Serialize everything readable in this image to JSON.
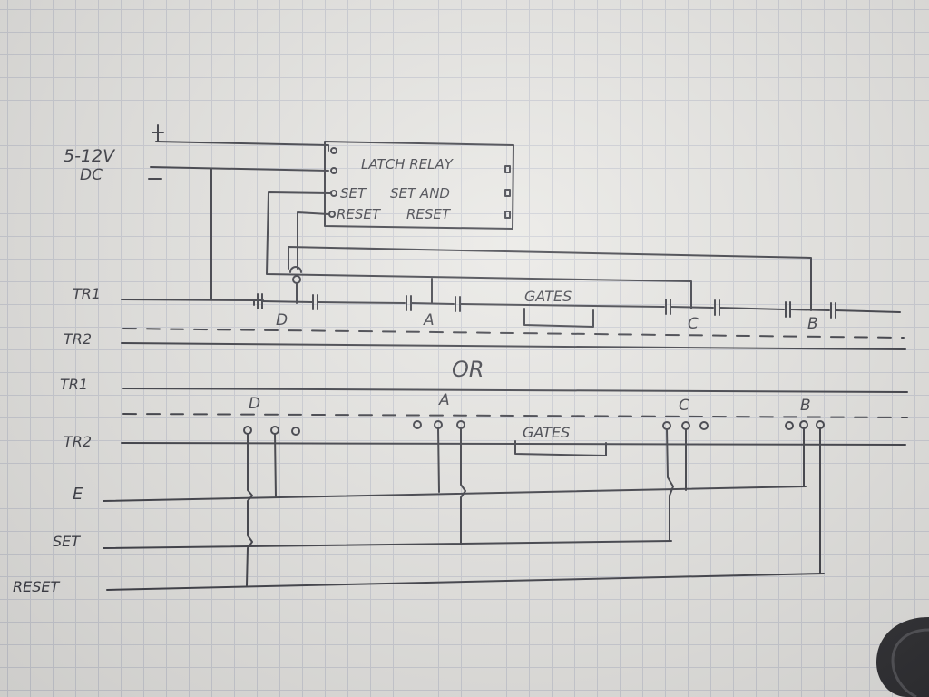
{
  "supply": {
    "voltage": "5-12V",
    "type": "DC",
    "plus": "+",
    "minus": "="
  },
  "relay": {
    "title": "LATCH RELAY",
    "set_label": "SET",
    "set_note": "SET AND",
    "reset_label": "RESET",
    "reset_note": "RESET"
  },
  "rails": {
    "tr1": "TR1",
    "tr2": "TR2"
  },
  "separator": "OR",
  "buses": {
    "e": "E",
    "set": "SET",
    "reset": "RESET"
  },
  "gates_label": "GATES",
  "nodes": [
    "D",
    "A",
    "C",
    "B"
  ],
  "colors": {
    "ink": "#2b2c34",
    "paper": "#e7e6e2",
    "grid": "#c9cbd2"
  }
}
